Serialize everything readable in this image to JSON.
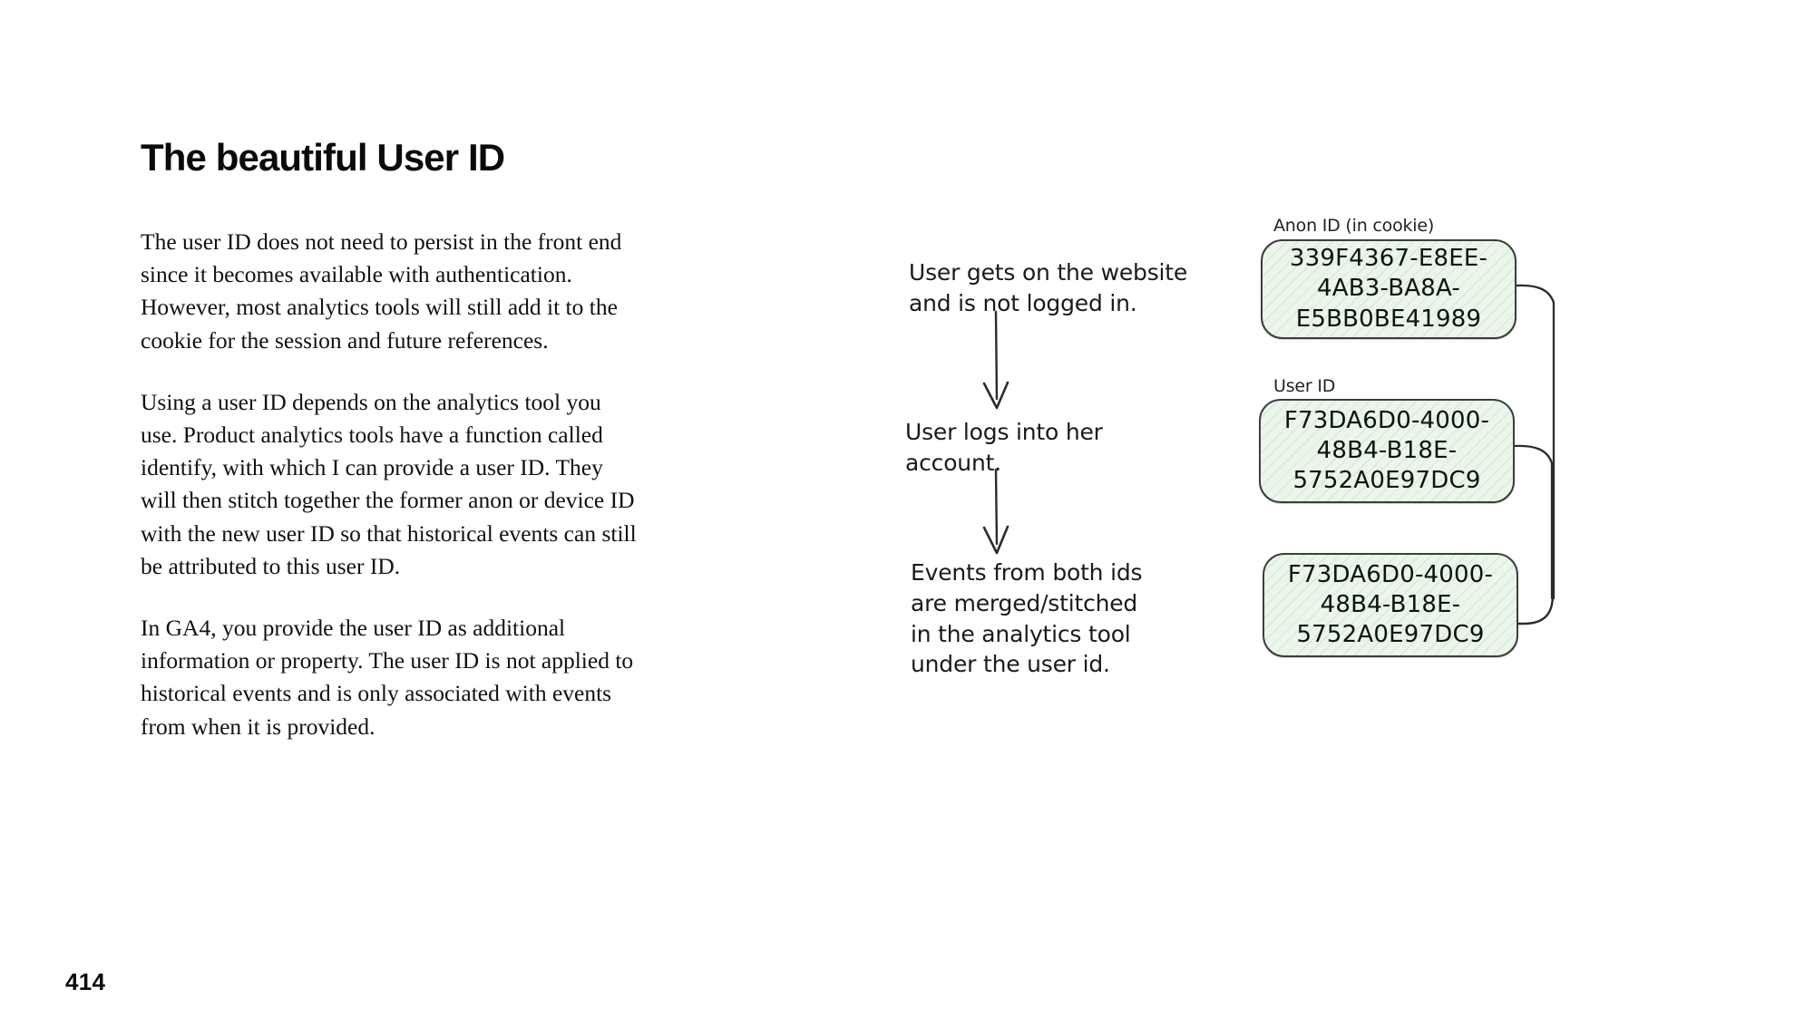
{
  "page": {
    "title": "The beautiful User ID",
    "number": "414",
    "background_color": "#ffffff"
  },
  "body": {
    "paragraphs": [
      "The user ID does not need to persist in the front end since it becomes available with authentication. However, most analytics tools will still add it to the cookie for the session and future references.",
      "Using a user ID depends on the analytics tool you use. Product analytics tools have a function called identify, with which I can provide a user ID. They will then stitch together the former anon or device ID with the new user ID so that historical events can still be attributed to this user ID.",
      "In GA4, you provide the user ID as additional information or property. The user ID is not applied to historical events and is only associated with events from when it is provided."
    ]
  },
  "diagram": {
    "steps": [
      {
        "text": "User gets on the website\nand is not logged in."
      },
      {
        "text": "User logs into her\naccount."
      },
      {
        "text": "Events from both ids\nare merged/stitched\nin the analytics tool\nunder the user id."
      }
    ],
    "cards": [
      {
        "label": "Anon ID (in cookie)",
        "value": "339F4367-E8EE-4AB3-BA8A-E5BB0BE41989"
      },
      {
        "label": "User ID",
        "value": "F73DA6D0-4000-48B4-B18E-5752A0E97DC9"
      },
      {
        "label": "",
        "value": "F73DA6D0-4000-48B4-B18E-5752A0E97DC9"
      }
    ],
    "colors": {
      "card_fill": "#eaf6ea",
      "card_border": "#3d3d3d",
      "ink": "#1a1a1a"
    }
  }
}
